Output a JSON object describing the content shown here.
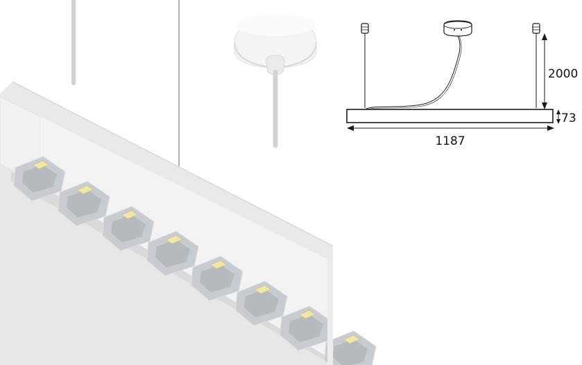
{
  "drawing": {
    "length_mm": "1187",
    "suspension_mm": "2000",
    "height_mm": "73"
  },
  "colors": {
    "housing_front": "#f3f3f3",
    "housing_side": "#dcdcdc",
    "housing_bottom": "#e6e7e7",
    "reflector": "#c8ccd0",
    "reflector_dark": "#9ea3a8",
    "led": "#f1e6a8",
    "cable": "#c9c9c9",
    "line": "#1a1a1a",
    "canopy": "#f4f4f4"
  },
  "icons": {
    "photo": "linear-pendant-luminaire-photo",
    "drawing": "dimension-drawing"
  }
}
